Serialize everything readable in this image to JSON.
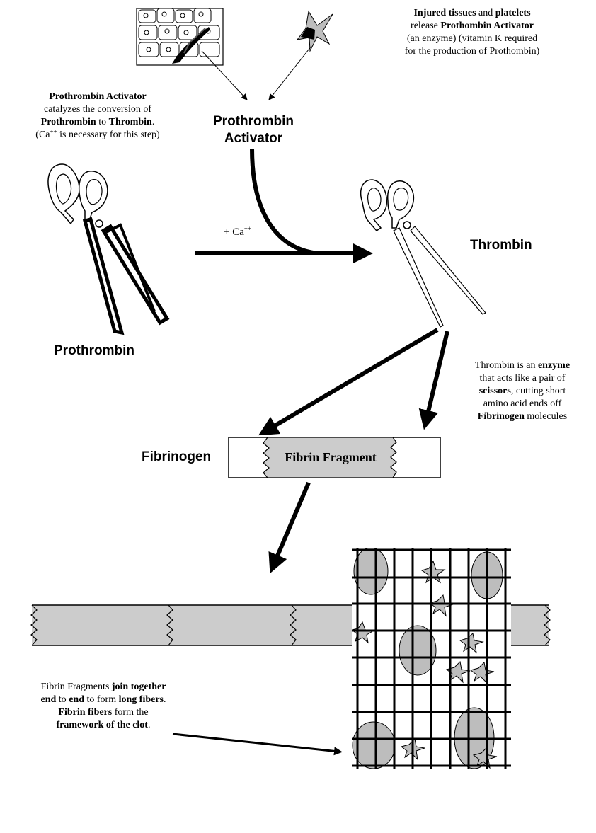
{
  "notes": {
    "injured": {
      "b1": "Injured tissues",
      "t1": " and ",
      "b2": "platelets",
      "t2": "release ",
      "b3": "Prothombin Activator",
      "t3": "(an enzyme) (vitamin K required",
      "t4": "for the production of Prothombin)"
    },
    "activator": {
      "b1": "Prothrombin Activator",
      "t1": "catalyzes the conversion of",
      "b2": "Prothrombin",
      "t2": " to ",
      "b3": "Thrombin",
      "t3": ".",
      "t4": "(Ca",
      "sup": "++",
      "t5": " is necessary for this step)"
    },
    "thrombin": {
      "t1": "Thrombin is an ",
      "b1": "enzyme",
      "t2": "that acts like a pair of",
      "b2": "scissors",
      "t3": ", cutting short",
      "t4": "amino acid ends off",
      "b3": "Fibrinogen",
      "t5": " molecules"
    },
    "fibers": {
      "t1": "Fibrin Fragments ",
      "b1": "join together",
      "u1": "end",
      "t2": " ",
      "u2": "to",
      "t3": " ",
      "u3": "end",
      "t4": " to form ",
      "u4": "long",
      "t5": " ",
      "u5": "fibers",
      "t6": ".",
      "b2": "Fibrin fibers",
      "t7": " form the",
      "b3": "framework of the clot",
      "t8": "."
    }
  },
  "labels": {
    "prothrombin_activator_line1": "Prothrombin",
    "prothrombin_activator_line2": "Activator",
    "thrombin": "Thrombin",
    "prothrombin": "Prothrombin",
    "fibrinogen": "Fibrinogen",
    "fibrin_fragment": "Fibrin Fragment",
    "calcium": "+ Ca",
    "calcium_sup": "++"
  },
  "colors": {
    "fill_gray": "#cccccc",
    "ink": "#000000"
  },
  "icons": [
    "tissue-cells-icon",
    "platelet-icon",
    "prothrombin-scissors-icon",
    "thrombin-scissors-icon",
    "clot-mesh-icon"
  ]
}
